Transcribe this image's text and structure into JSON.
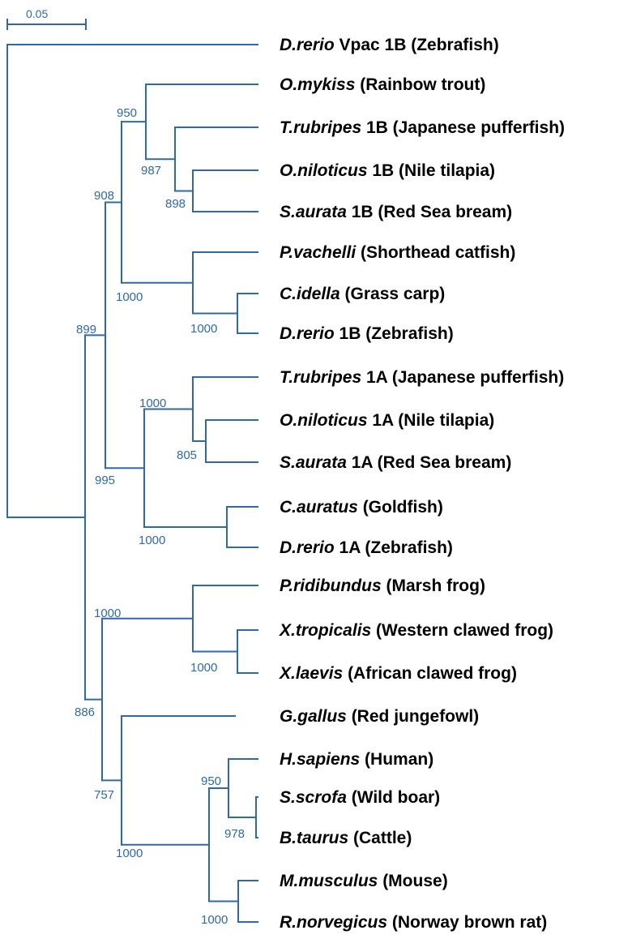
{
  "scale_bar": {
    "label": "0.05"
  },
  "taxa": [
    {
      "species": "D.rerio",
      "suffix": " Vpac 1B (Zebrafish)"
    },
    {
      "species": "O.mykiss",
      "suffix": " (Rainbow trout)"
    },
    {
      "species": "T.rubripes",
      "suffix": " 1B (Japanese pufferfish)"
    },
    {
      "species": "O.niloticus",
      "suffix": " 1B (Nile tilapia)"
    },
    {
      "species": "S.aurata",
      "suffix": " 1B (Red Sea bream)"
    },
    {
      "species": "P.vachelli",
      "suffix": " (Shorthead catfish)"
    },
    {
      "species": "C.idella",
      "suffix": " (Grass carp)"
    },
    {
      "species": "D.rerio",
      "suffix": " 1B (Zebrafish)"
    },
    {
      "species": "T.rubripes",
      "suffix": " 1A (Japanese pufferfish)"
    },
    {
      "species": "O.niloticus",
      "suffix": " 1A (Nile tilapia)"
    },
    {
      "species": "S.aurata",
      "suffix": " 1A (Red Sea bream)"
    },
    {
      "species": "C.auratus",
      "suffix": " (Goldfish)"
    },
    {
      "species": "D.rerio",
      "suffix": " 1A (Zebrafish)"
    },
    {
      "species": "P.ridibundus",
      "suffix": " (Marsh frog)"
    },
    {
      "species": "X.tropicalis",
      "suffix": " (Western clawed frog)"
    },
    {
      "species": "X.laevis",
      "suffix": " (African clawed frog)"
    },
    {
      "species": "G.gallus",
      "suffix": " (Red jungefowl)"
    },
    {
      "species": "H.sapiens",
      "suffix": " (Human)"
    },
    {
      "species": "S.scrofa",
      "suffix": " (Wild boar)"
    },
    {
      "species": "B.taurus",
      "suffix": " (Cattle)"
    },
    {
      "species": "M.musculus",
      "suffix": " (Mouse)"
    },
    {
      "species": "R.norvegicus",
      "suffix": " (Norway brown rat)"
    }
  ],
  "bootstrap": {
    "n_trout_group": "950",
    "n_tru_group": "987",
    "n_nil_sau_1b": "898",
    "n_1b_clade": "908",
    "n_cypri_1b": "1000",
    "n_ide_rer": "1000",
    "n_fish": "899",
    "n_1a_perco": "1000",
    "n_nil_sau_1a": "805",
    "n_1a_clade": "995",
    "n_aur_rer": "1000",
    "n_frogs": "1000",
    "n_xenopus": "1000",
    "n_tetrapod": "886",
    "n_amniote": "757",
    "n_mammal": "1000",
    "n_hsb": "950",
    "n_scr_tau": "978",
    "n_mus_rat": "1000"
  },
  "colors": {
    "branch": "#2f6aa8",
    "label": "#000000"
  }
}
